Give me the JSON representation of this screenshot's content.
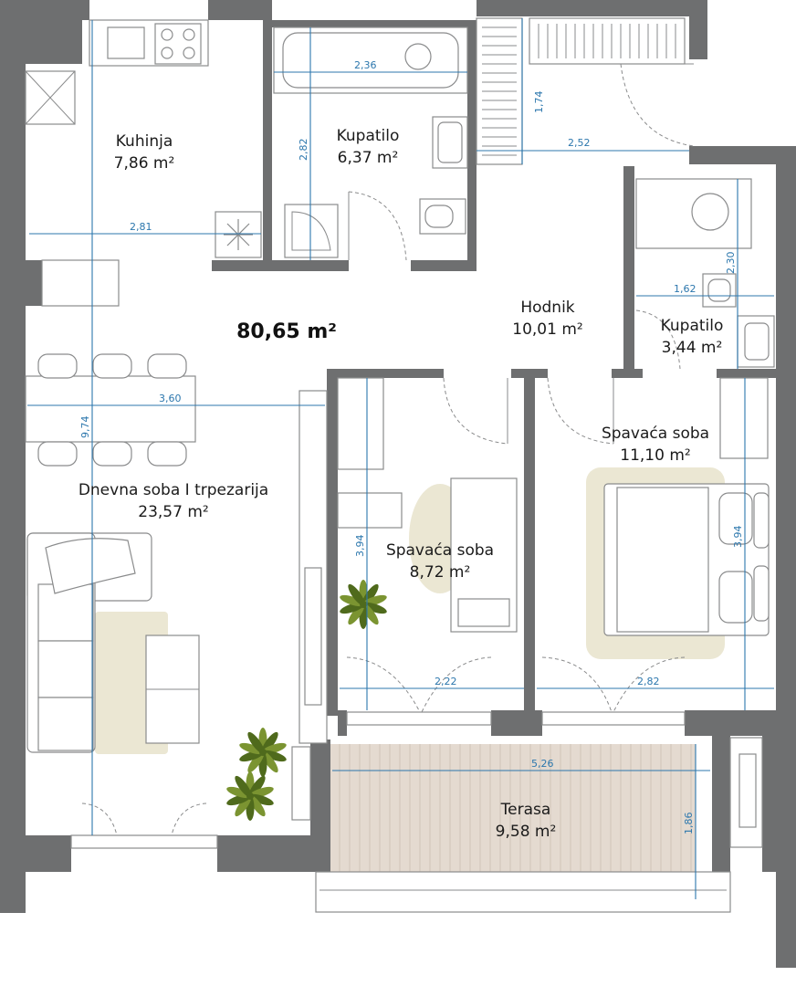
{
  "plan": {
    "total_area": "80,65 m²",
    "rooms": [
      {
        "id": "kuhinja",
        "name": "Kuhinja",
        "area": "7,86 m²"
      },
      {
        "id": "kupatilo1",
        "name": "Kupatilo",
        "area": "6,37 m²"
      },
      {
        "id": "hodnik",
        "name": "Hodnik",
        "area": "10,01 m²"
      },
      {
        "id": "kupatilo2",
        "name": "Kupatilo",
        "area": "3,44 m²"
      },
      {
        "id": "dnevna",
        "name": "Dnevna soba I trpezarija",
        "area": "23,57 m²"
      },
      {
        "id": "spavaca1",
        "name": "Spavaća soba",
        "area": "8,72 m²"
      },
      {
        "id": "spavaca2",
        "name": "Spavaća soba",
        "area": "11,10 m²"
      },
      {
        "id": "terasa",
        "name": "Terasa",
        "area": "9,58 m²"
      }
    ],
    "dimensions": [
      {
        "id": "dim-kuhinja-w",
        "label": "2,81"
      },
      {
        "id": "dim-kup1-w",
        "label": "2,36"
      },
      {
        "id": "dim-kup1-h",
        "label": "2,82"
      },
      {
        "id": "dim-hall-h",
        "label": "1,74"
      },
      {
        "id": "dim-hall-w",
        "label": "2,52"
      },
      {
        "id": "dim-kup2-h",
        "label": "2,30"
      },
      {
        "id": "dim-kup2-w",
        "label": "1,62"
      },
      {
        "id": "dim-dnevna-w",
        "label": "3,60"
      },
      {
        "id": "dim-dnevna-h",
        "label": "9,74"
      },
      {
        "id": "dim-sp1-h",
        "label": "3,94"
      },
      {
        "id": "dim-sp1-w",
        "label": "2,22"
      },
      {
        "id": "dim-sp2-h",
        "label": "3,94"
      },
      {
        "id": "dim-sp2-w",
        "label": "2,82"
      },
      {
        "id": "dim-terasa-w",
        "label": "5,26"
      },
      {
        "id": "dim-terasa-h",
        "label": "1,86"
      }
    ]
  },
  "colors": {
    "wall": "#6e6f70",
    "dimension": "#2c77ad",
    "rug": "#ebe7d3",
    "terrace_deck": "#e4dad0",
    "plant": "#4f6a1c"
  }
}
